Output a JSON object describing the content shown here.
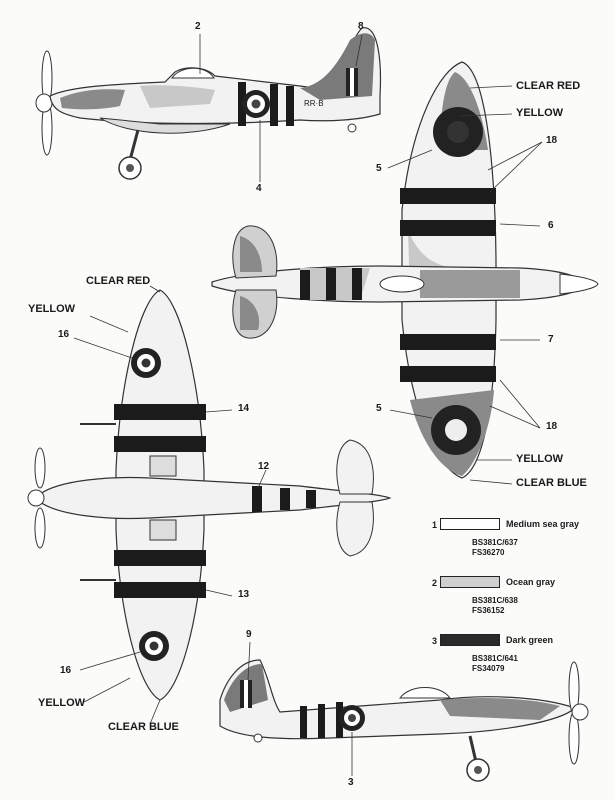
{
  "callouts": {
    "n2": "2",
    "n8": "8",
    "n4": "4",
    "n5a": "5",
    "n18a": "18",
    "n6": "6",
    "n7": "7",
    "n5b": "5",
    "n18b": "18",
    "n16a": "16",
    "n14": "14",
    "n12": "12",
    "n13": "13",
    "n16b": "16",
    "n9": "9",
    "n3": "3"
  },
  "color_labels": {
    "top_clear_red": "CLEAR RED",
    "top_yellow": "YELLOW",
    "top_yellow_lower": "YELLOW",
    "top_clear_blue": "CLEAR BLUE",
    "bottom_clear_red": "CLEAR RED",
    "bottom_yellow": "YELLOW",
    "bottom_yellow_lower": "YELLOW",
    "bottom_clear_blue": "CLEAR BLUE"
  },
  "tail_codes": {
    "side_upper": "RR·B"
  },
  "legend": [
    {
      "num": "1",
      "name": "Medium sea gray",
      "codes": [
        "BS381C/637",
        "FS36270"
      ],
      "color": "#ffffff"
    },
    {
      "num": "2",
      "name": "Ocean gray",
      "codes": [
        "BS381C/638",
        "FS36152"
      ],
      "color": "#cfcfcf"
    },
    {
      "num": "3",
      "name": "Dark green",
      "codes": [
        "BS381C/641",
        "FS34079"
      ],
      "color": "#2a2a2a"
    }
  ],
  "colors": {
    "stripe": "#1b1b1b",
    "medium_sea_gray": "#f2f2f2",
    "ocean_gray": "#cfcfcf",
    "dark_green": "#6e6e6e",
    "roundel_dark": "#222222",
    "line": "#333333"
  }
}
